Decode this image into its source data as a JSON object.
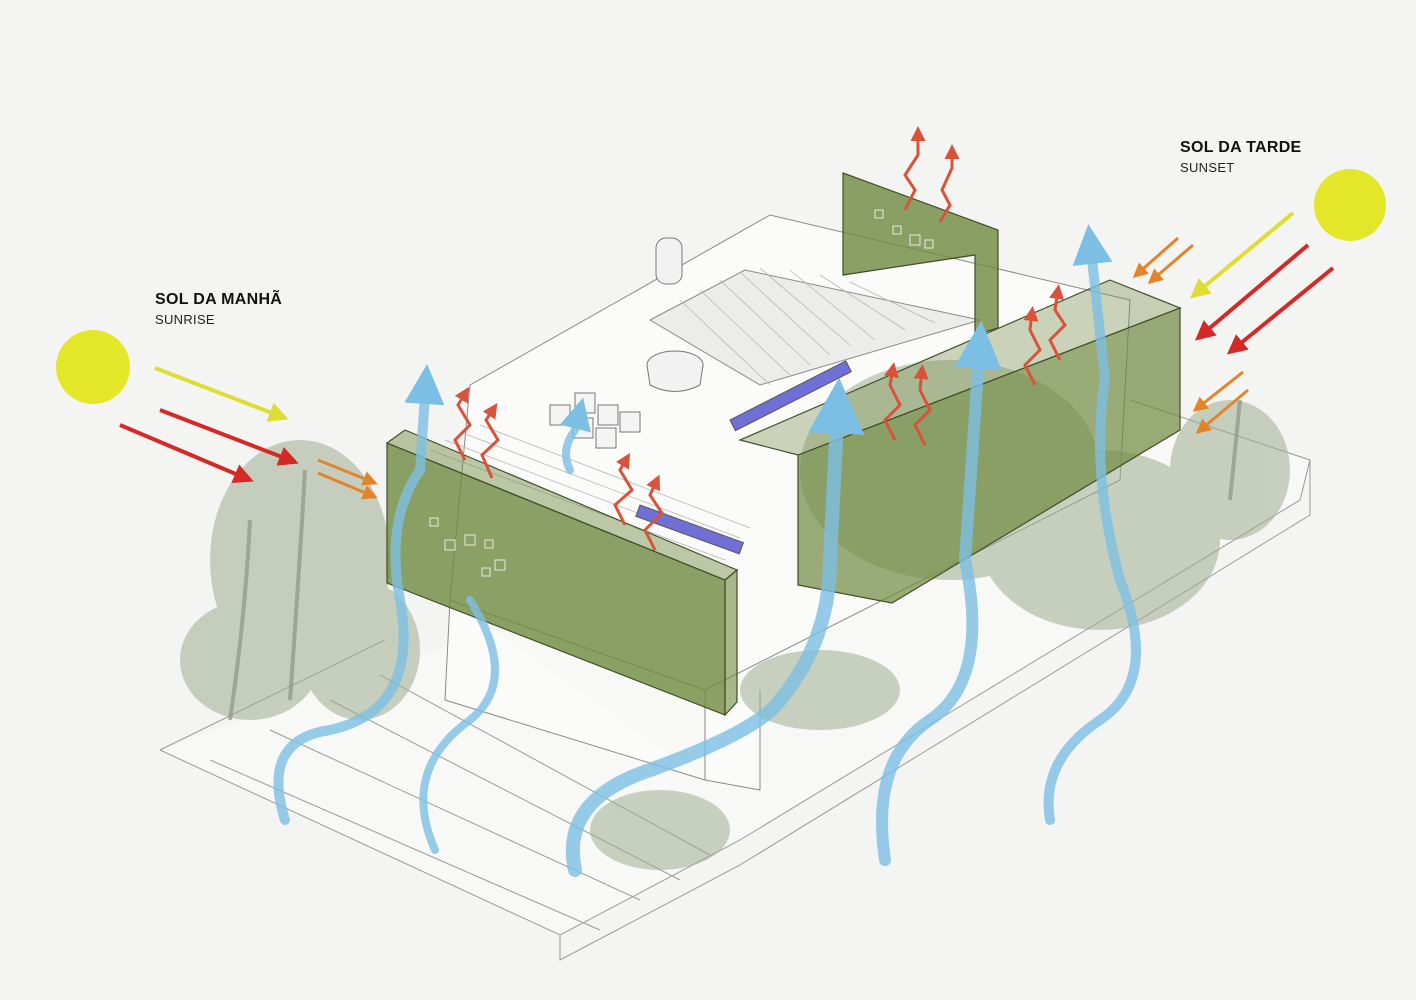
{
  "labels": {
    "morning": {
      "title": "SOL DA MANHÃ",
      "subtitle": "SUNRISE"
    },
    "afternoon": {
      "title": "SOL DA TARDE",
      "subtitle": "SUNSET"
    }
  },
  "colors": {
    "sun": "#e4e62a",
    "green_panel": "#6f8a3f",
    "red_arrow": "#d42a25",
    "orange_arrow": "#e3842a",
    "yellow_arrow": "#dedd34",
    "air_flow": "#7cbfe4",
    "heat_arrow": "#d9523a",
    "vegetation": "#9fae92",
    "line": "#8a8a8a",
    "skylight": "#6f6fd6"
  },
  "icons": [
    "sun-icon",
    "solar-ray-arrow",
    "heat-exhaust-arrow",
    "air-flow-arrow",
    "green-screen-panel",
    "vegetation"
  ]
}
